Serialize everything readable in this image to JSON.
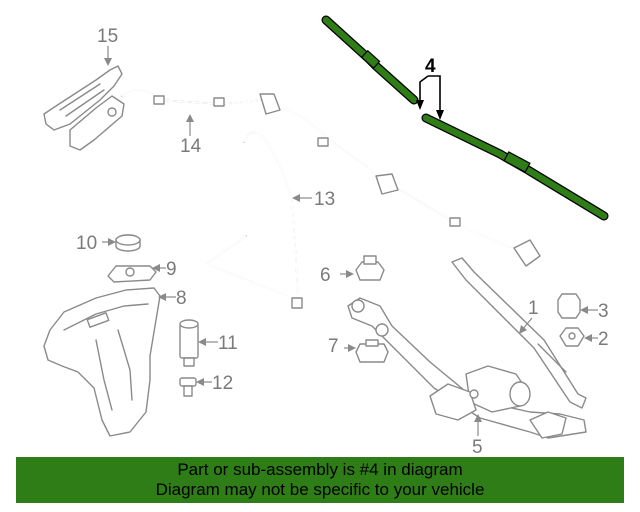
{
  "colors": {
    "highlight_green": "#2e7d16",
    "highlight_outline": "#000000",
    "line_gray": "#8a8a8a",
    "banner_bg": "#2e7d16",
    "banner_text": "#000000"
  },
  "callouts": {
    "c1": "1",
    "c2": "2",
    "c3": "3",
    "c4": "4",
    "c5": "5",
    "c6": "6",
    "c7": "7",
    "c8": "8",
    "c9": "9",
    "c10": "10",
    "c11": "11",
    "c12": "12",
    "c13": "13",
    "c14": "14",
    "c15": "15"
  },
  "banner": {
    "line1": "Part or sub-assembly is #4 in diagram",
    "line2": "Diagram may not be specific to your vehicle"
  }
}
